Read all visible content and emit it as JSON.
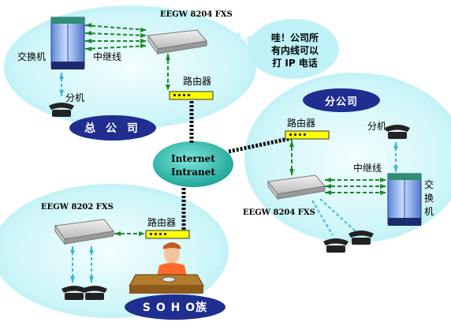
{
  "nodes": {
    "hq_gateway": "EEGW 8204 FXS",
    "branch_gateway": "EEGW 8204 FXS",
    "soho_gateway": "EEGW 8202 FXS",
    "hq_switch": "交换机",
    "branch_switch": [
      "交",
      "换",
      "机"
    ],
    "hq_trunk": "中继线",
    "branch_trunk": "中继线",
    "hq_extension": "分机",
    "branch_extension": "分机",
    "router": "路由器",
    "internet": "Internet",
    "intranet": "Intranet"
  },
  "regions": {
    "hq": "总 公 司",
    "branch": "分公司",
    "soho": "S O H O族"
  },
  "callout": {
    "lines": [
      "哇！公司所",
      "有内线可以",
      "打 IP 电话"
    ]
  },
  "colors": {
    "cloud_fill": "#bff2f6",
    "badge_fill": "#1f2e8f",
    "router_fill": "#ffff00",
    "link_green": "#1a8a2a",
    "link_cyan": "#3ab6e0",
    "internet_bubble": "#1fb3a5"
  }
}
